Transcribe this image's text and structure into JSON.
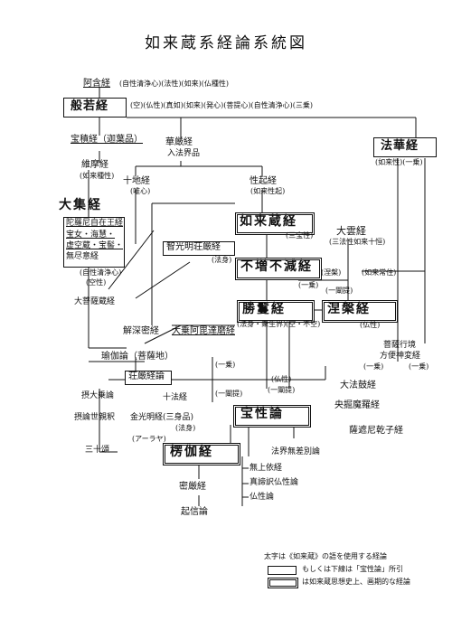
{
  "title": "如来蔵系経論系統図",
  "nodes": {
    "agonkyo": "阿含経",
    "agon_note": "(自性清浄心)(法性)(如来)(仏種性)",
    "hannya": "般若経",
    "hannya_note": "(空)(仏性)(真如)(如来)(発心)(菩提心)(自性清浄心)(三乗)",
    "hokekyo": "法華経",
    "hoke_note": "(如来性)(一乗)",
    "hoshakkyo": "宝積経（迦葉品）",
    "kegon": "華厳経",
    "kegon_sub": "入法界品",
    "yuima": "維摩経",
    "yuima_note": "(如来種性)",
    "jujikyo": "十地経",
    "juji_note": "(唯心)",
    "shoki": "性起経",
    "shoki_note": "(如来性起)",
    "daijikkyo": "大集経",
    "daranikyo": "陀羅尼自在王経",
    "dj_list1": "宝女・海慧・",
    "dj_list2": "虚空蔵・宝髻・",
    "dj_list3": "無尽意経",
    "dj_note1": "(自性清浄心)",
    "dj_note2": "(空性)",
    "nyoraizo": "如来蔵経",
    "nyoraizo_note": "(三宝性)",
    "chiko": "智光明荘厳経",
    "chiko_note": "(法身)",
    "daiun": "大雲経",
    "daiun_note": "(三法性如来十恒)",
    "fuzo": "不増不減経",
    "daibosatsuzo": "大菩薩蔵経",
    "shoman": "勝鬘経",
    "shoman_note": "(法身・衆生界)",
    "shoman_note2": "(空・不空)",
    "nehan": "涅槃経",
    "nehan_note": "(如来常住)",
    "fourfold": "(涅槃)",
    "nehan_note2": "(仏性)",
    "nehan_note3": "(一闡提)",
    "gejinmitsu": "解深密経",
    "daijoshi": "大乗阿毘達磨経",
    "yugaron": "瑜伽論（菩薩地）",
    "shoron": "荘厳経論",
    "bosatsugyo": "菩薩行境",
    "hobenshin": "方便神変経",
    "daihoku": "大法鼓経",
    "ichijo": "(一乗)",
    "ichi2": "(一闡提)",
    "ouku": "央掘魔羅経",
    "satsha": "薩遮尼乾子経",
    "shodaijoron": "摂大乗論",
    "jujuron": "十法経",
    "shoron2": "摂論世親釈",
    "konkomyo": "金光明経(三身品)",
    "hosshin": "(法身)",
    "aray": "(アーラヤ)",
    "hoshoron": "宝性論",
    "hoshoron_note1": "(仏性)",
    "hoshoron_note2": "(一闡提)",
    "sanjuju": "三十頌",
    "ryoga": "楞伽経",
    "hokkaimu": "法界無差別論",
    "mujo": "無上依経",
    "shinjitsu": "真諦訳仏性論",
    "bussho": "仏性論",
    "mitsugon": "密厳経",
    "kishin": "起信論",
    "ichi3": "(一乗)",
    "ichi4": "(一乗)",
    "ichi5": "(一乗)"
  },
  "legend": {
    "line1": "太字は《如来蔵》の語を使用する経論",
    "line2": "もしくは下線は「宝性論」所引",
    "line3": "は如来蔵思想史上、画期的な経論"
  }
}
